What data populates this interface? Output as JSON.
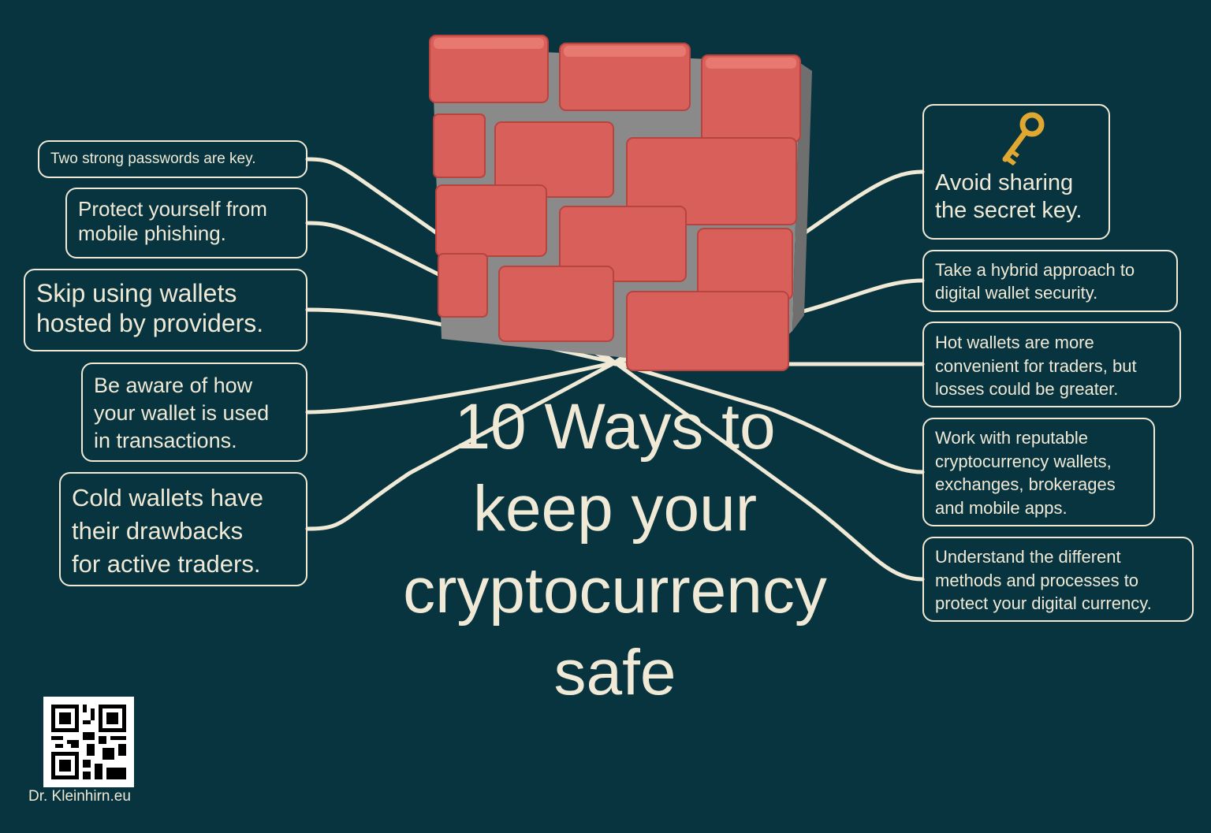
{
  "title": {
    "lines": [
      "10 Ways to",
      "keep your",
      "cryptocurrency",
      "safe"
    ]
  },
  "left_items": [
    {
      "lines": [
        "Two strong passwords are key."
      ]
    },
    {
      "lines": [
        "Protect yourself from",
        "mobile phishing."
      ]
    },
    {
      "lines": [
        "Skip using wallets",
        "hosted by providers."
      ]
    },
    {
      "lines": [
        "Be aware of how",
        "your wallet is used",
        "in transactions."
      ]
    },
    {
      "lines": [
        "Cold wallets have",
        "their drawbacks",
        "for active traders."
      ]
    }
  ],
  "right_items": [
    {
      "icon": "key-icon",
      "lines": [
        "Avoid sharing",
        "the secret key."
      ]
    },
    {
      "lines": [
        "Take a hybrid approach to",
        "digital wallet security."
      ]
    },
    {
      "lines": [
        "Hot wallets are more",
        "convenient for traders, but",
        "losses could be greater."
      ]
    },
    {
      "lines": [
        "Work with reputable",
        "cryptocurrency wallets,",
        "exchanges, brokerages",
        "and mobile apps."
      ]
    },
    {
      "lines": [
        "Understand the different",
        "methods and processes to",
        "protect your digital currency."
      ]
    }
  ],
  "footer": {
    "site": "Dr. Kleinhirn.eu"
  },
  "colors": {
    "background": "#07343f",
    "text": "#efe9d6",
    "brick": "#d9605a",
    "mortar": "#8a8a8a",
    "key": "#e0a830"
  }
}
